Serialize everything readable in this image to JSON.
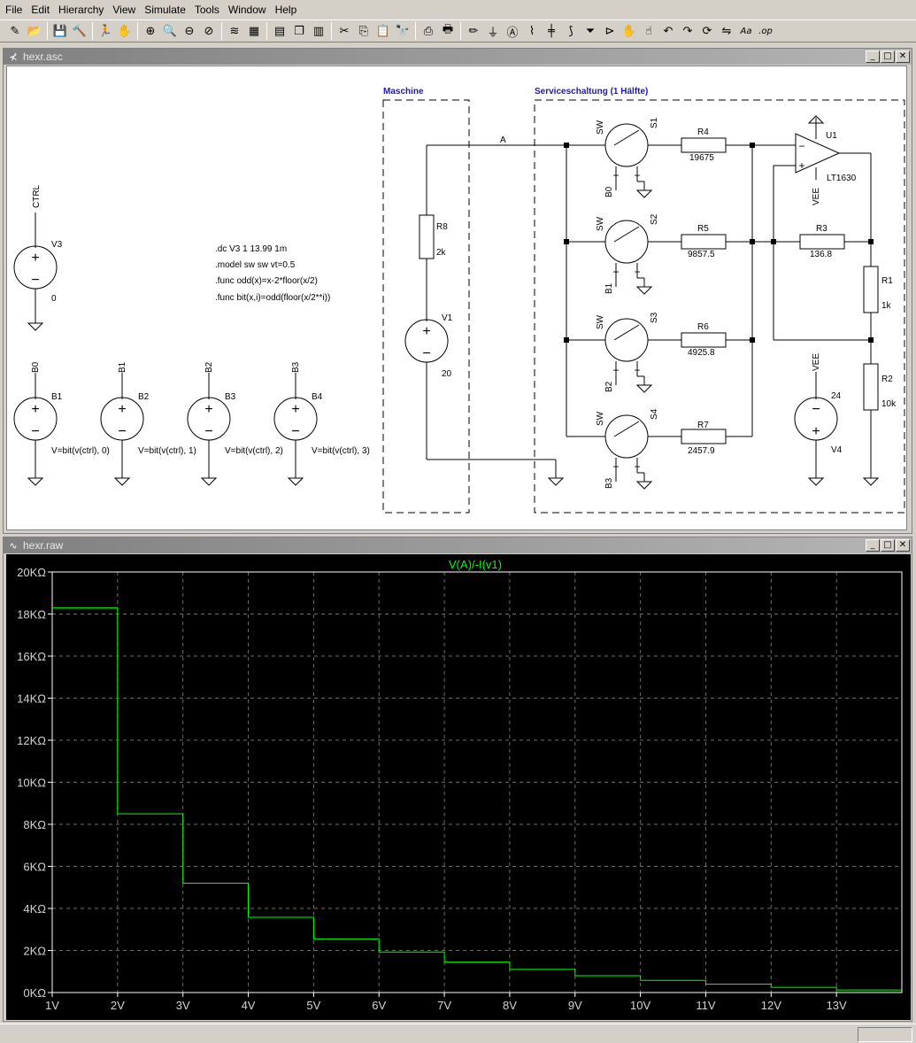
{
  "menu": [
    "File",
    "Edit",
    "Hierarchy",
    "View",
    "Simulate",
    "Tools",
    "Window",
    "Help"
  ],
  "toolbar_icons": [
    "new-schematic-icon",
    "open-icon",
    "save-icon",
    "control-panel-icon",
    "run-icon",
    "halt-icon",
    "zoom-in-icon",
    "zoom-area-icon",
    "zoom-out-icon",
    "zoom-cancel-icon",
    "autorange-icon",
    "fit-icon",
    "tile-horizontal-icon",
    "cascade-icon",
    "tile-vertical-icon",
    "cut-icon",
    "copy-icon",
    "paste-icon",
    "find-icon",
    "print-setup-icon",
    "print-icon",
    "draw-wire-icon",
    "ground-icon",
    "label-net-icon",
    "resistor-icon",
    "capacitor-icon",
    "inductor-icon",
    "diode-icon",
    "component-icon",
    "move-icon",
    "drag-icon",
    "undo-icon",
    "redo-icon",
    "rotate-icon",
    "mirror-icon",
    "text-icon",
    "spice-directive-icon"
  ],
  "schematic_window": {
    "title": "hexr.asc",
    "frame_labels": {
      "machine": "Maschine",
      "service": "Serviceschaltung (1 Hälfte)"
    },
    "directives": [
      ".dc V3 1 13.99 1m",
      ".model sw sw vt=0.5",
      ".func odd(x)=x-2*floor(x/2)",
      ".func bit(x,i)=odd(floor(x/2**i))"
    ],
    "sources": {
      "v3": {
        "name": "V3",
        "value": "0",
        "net": "CTRL"
      },
      "b1": {
        "name": "B1",
        "net": "B0",
        "expr": "V=bit(v(ctrl), 0)"
      },
      "b2": {
        "name": "B2",
        "net": "B1",
        "expr": "V=bit(v(ctrl), 1)"
      },
      "b3": {
        "name": "B3",
        "net": "B2",
        "expr": "V=bit(v(ctrl), 2)"
      },
      "b4": {
        "name": "B4",
        "net": "B3",
        "expr": "V=bit(v(ctrl), 3)"
      },
      "v1": {
        "name": "V1",
        "value": "20"
      },
      "v4": {
        "name": "V4",
        "value": "24",
        "net": "VEE"
      }
    },
    "resistors": {
      "r8": {
        "name": "R8",
        "value": "2k"
      },
      "r4": {
        "name": "R4",
        "value": "19675"
      },
      "r5": {
        "name": "R5",
        "value": "9857.5"
      },
      "r6": {
        "name": "R6",
        "value": "4925.8"
      },
      "r7": {
        "name": "R7",
        "value": "2457.9"
      },
      "r3": {
        "name": "R3",
        "value": "136.8"
      },
      "r1": {
        "name": "R1",
        "value": "1k"
      },
      "r2": {
        "name": "R2",
        "value": "10k"
      }
    },
    "switches": [
      {
        "name": "S1",
        "model": "SW",
        "ctrl": "B0"
      },
      {
        "name": "S2",
        "model": "SW",
        "ctrl": "B1"
      },
      {
        "name": "S3",
        "model": "SW",
        "ctrl": "B2"
      },
      {
        "name": "S4",
        "model": "SW",
        "ctrl": "B3"
      }
    ],
    "opamp": {
      "name": "U1",
      "part": "LT1630",
      "supply": "VEE"
    },
    "net_a": "A",
    "plus": "+",
    "minus": "−"
  },
  "plot_window": {
    "title": "hexr.raw"
  },
  "chart_data": {
    "type": "line",
    "title": "V(A)/-I(v1)",
    "x": [
      1,
      2,
      2,
      3,
      3,
      4,
      4,
      5,
      5,
      6,
      6,
      7,
      7,
      8,
      8,
      9,
      9,
      10,
      10,
      11,
      11,
      12,
      12,
      13,
      13,
      13.99
    ],
    "series": [
      {
        "name": "V(A)/-I(v1)",
        "color": "#00ff00",
        "values": [
          18300,
          18300,
          8500,
          8500,
          5200,
          5200,
          3580,
          3580,
          2550,
          2550,
          1930,
          1930,
          1450,
          1450,
          1100,
          1100,
          800,
          800,
          580,
          580,
          400,
          400,
          250,
          250,
          120,
          120
        ]
      }
    ],
    "xlim": [
      1,
      14
    ],
    "ylim": [
      0,
      20000
    ],
    "x_ticks": [
      "1V",
      "2V",
      "3V",
      "4V",
      "5V",
      "6V",
      "7V",
      "8V",
      "9V",
      "10V",
      "11V",
      "12V",
      "13V"
    ],
    "y_ticks": [
      "0KΩ",
      "2KΩ",
      "4KΩ",
      "6KΩ",
      "8KΩ",
      "10KΩ",
      "12KΩ",
      "14KΩ",
      "16KΩ",
      "18KΩ",
      "20KΩ"
    ],
    "grid": true,
    "colors": {
      "background": "#000000",
      "grid": "#6e6e6e",
      "axis": "#ffffff",
      "labels": "#d4d4d4"
    }
  }
}
